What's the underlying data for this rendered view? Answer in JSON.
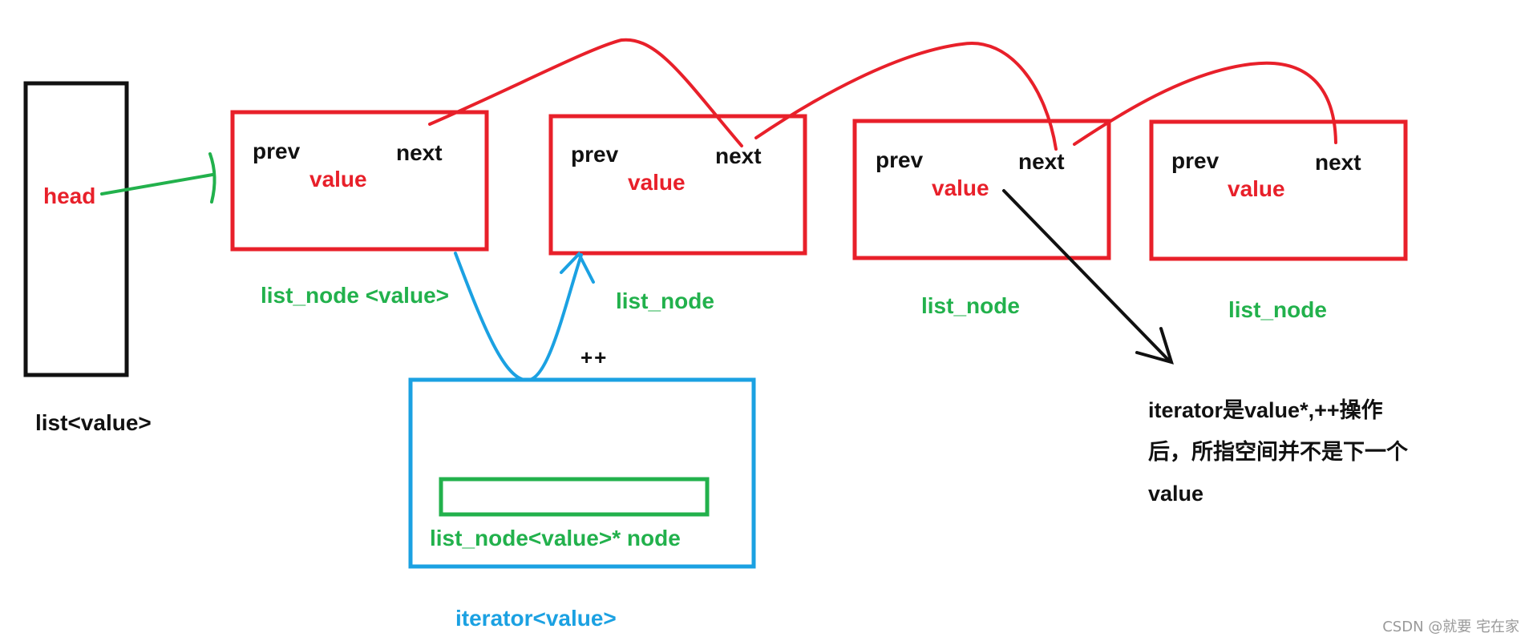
{
  "list": {
    "head": "head",
    "caption": "list<value>"
  },
  "nodes": [
    {
      "prev": "prev",
      "next": "next",
      "value": "value",
      "caption": "list_node <value>"
    },
    {
      "prev": "prev",
      "next": "next",
      "value": "value",
      "caption": "list_node"
    },
    {
      "prev": "prev",
      "next": "next",
      "value": "value",
      "caption": "list_node"
    },
    {
      "prev": "prev",
      "next": "next",
      "value": "value",
      "caption": "list_node"
    }
  ],
  "iterator": {
    "member": "list_node<value>* node",
    "caption": "iterator<value>",
    "increment": "++"
  },
  "note": "iterator是value*,++操作后，所指空间并不是下一个value",
  "watermark": "CSDN @就要 宅在家",
  "colors": {
    "red": "#e8202a",
    "green": "#22b14c",
    "blue": "#1ba1e2",
    "black": "#111111"
  }
}
